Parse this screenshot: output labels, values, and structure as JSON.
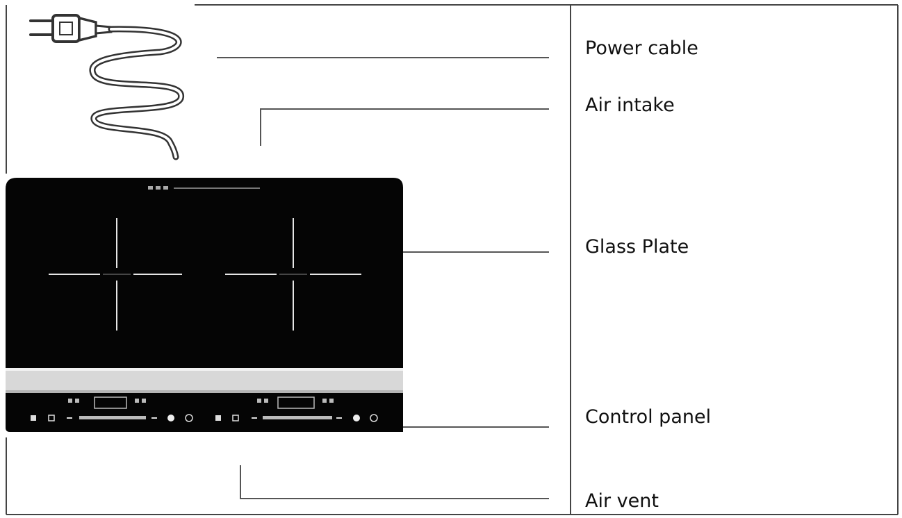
{
  "labels": {
    "power_cable": "Power cable",
    "air_intake": "Air intake",
    "glass_plate": "Glass Plate",
    "control_panel": "Control panel",
    "air_vent": "Air vent"
  },
  "icons": [
    "power-plug-icon",
    "induction-cooktop-icon"
  ],
  "colors": {
    "glass": "#050505",
    "control_strip": "#d8d8d8",
    "lines": "#555555"
  }
}
